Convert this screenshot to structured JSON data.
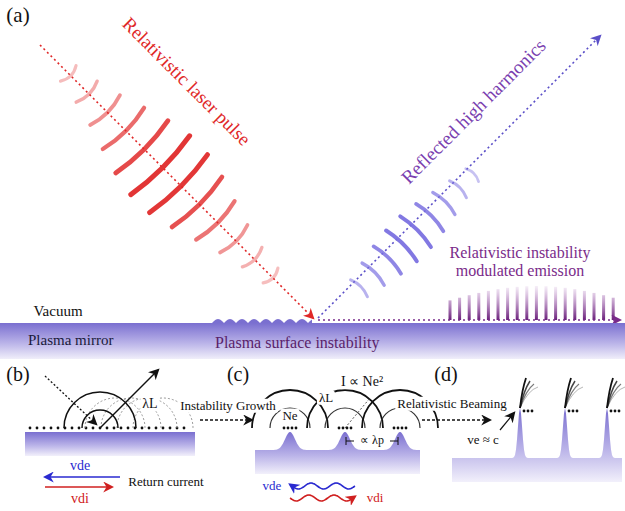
{
  "diagram": {
    "nodes": [
      {
        "text": [
          "Plasma mirror",
          "Plasma surface instability"
        ]
      }
    ],
    "labels": [
      "(a)",
      "Relativistic laser pulse",
      "Reflected high harmonics",
      "Relativistic instability modulated emission",
      "Vacuum",
      "(b)",
      "λL",
      "vde",
      "vdi",
      "Return current",
      "Instability Growth",
      "(c)",
      "I ∝ Ne²",
      "Ne",
      "λL",
      "∝ λp",
      "vde",
      "vdi",
      "Relativistic Beaming",
      "(d)",
      "ve ≈ c"
    ]
  }
}
